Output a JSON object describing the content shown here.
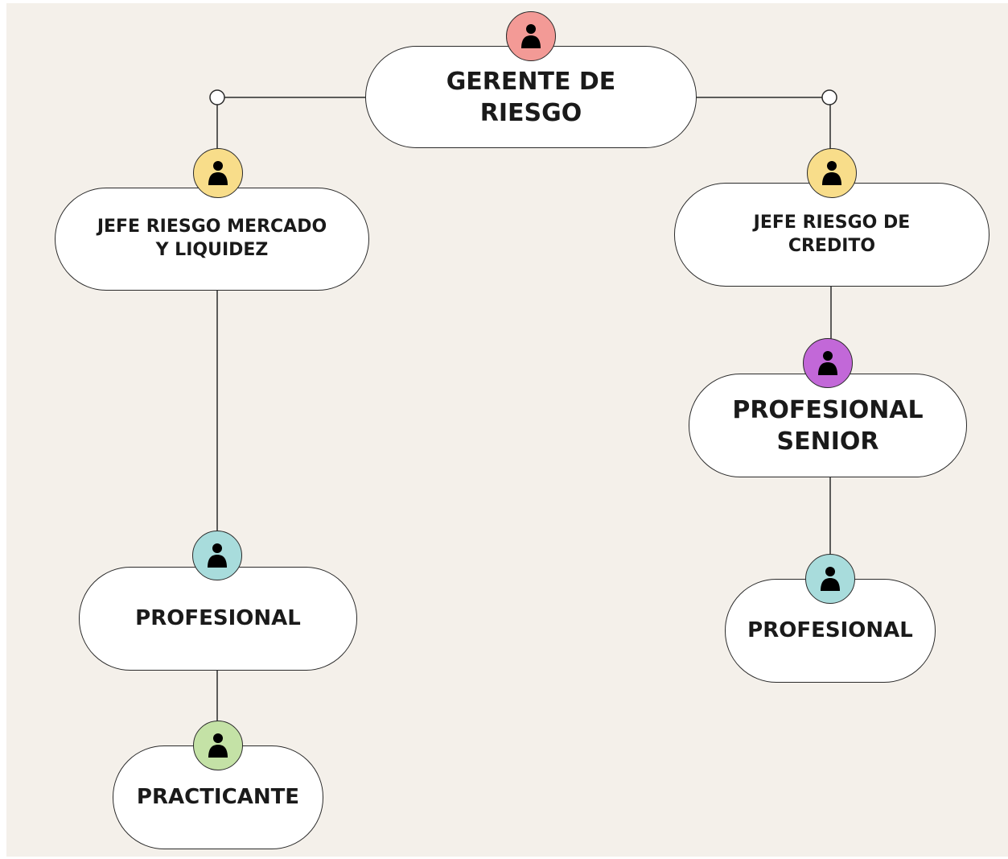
{
  "nodes": {
    "gerente": {
      "label": "GERENTE DE\nRIESGO",
      "badge_color": "#f39a96",
      "icon": "person-icon"
    },
    "jefe_mercado": {
      "label": "JEFE RIESGO MERCADO\nY LIQUIDEZ",
      "badge_color": "#f8dd8a",
      "icon": "person-icon"
    },
    "jefe_credito": {
      "label": "JEFE RIESGO DE\nCREDITO",
      "badge_color": "#f8dd8a",
      "icon": "person-icon"
    },
    "profesional_senior": {
      "label": "PROFESIONAL\nSENIOR",
      "badge_color": "#c268d8",
      "icon": "person-icon"
    },
    "profesional_mercado": {
      "label": "PROFESIONAL",
      "badge_color": "#a8dcdc",
      "icon": "person-icon"
    },
    "profesional_credito": {
      "label": "PROFESIONAL",
      "badge_color": "#a8dcdc",
      "icon": "person-icon"
    },
    "practicante": {
      "label": "PRACTICANTE",
      "badge_color": "#c4e2a6",
      "icon": "person-icon"
    }
  },
  "connector_color": "#2a2a2a",
  "background_color": "#f4f0ea"
}
